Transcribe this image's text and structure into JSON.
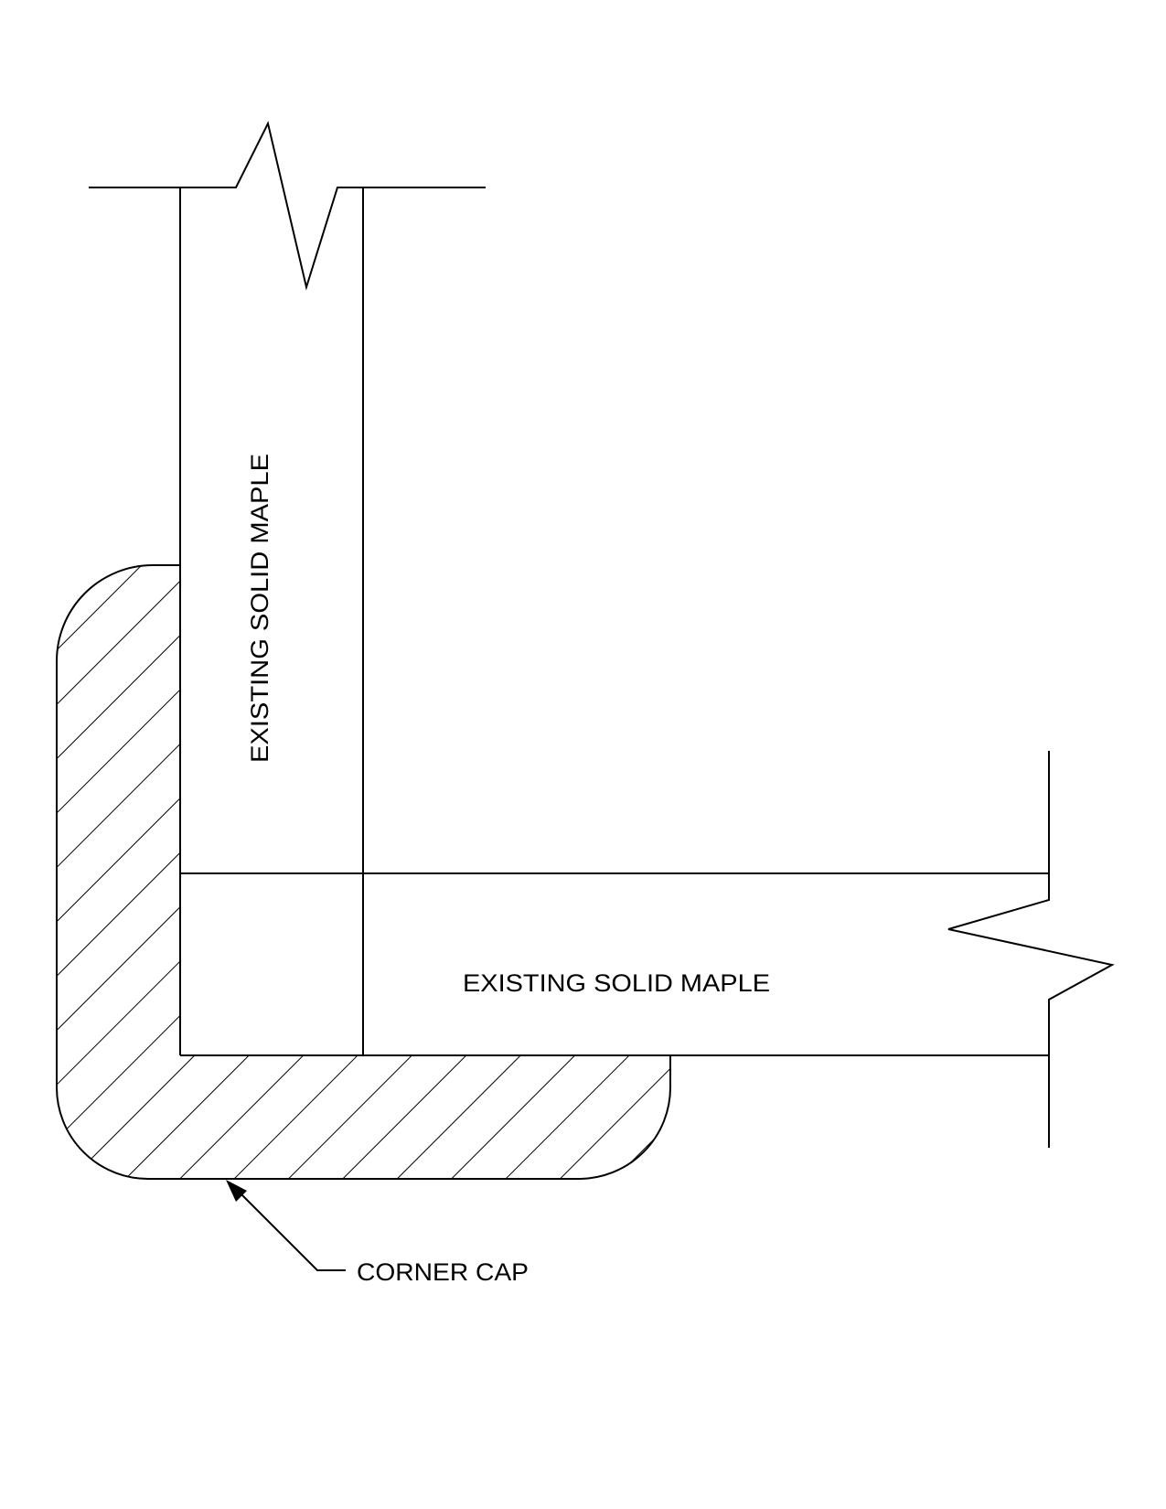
{
  "drawing": {
    "labels": {
      "vertical_board": "EXISTING SOLID MAPLE",
      "horizontal_board": "EXISTING SOLID MAPLE",
      "callout": "CORNER CAP"
    },
    "colors": {
      "line": "#000000",
      "background": "#ffffff"
    }
  }
}
